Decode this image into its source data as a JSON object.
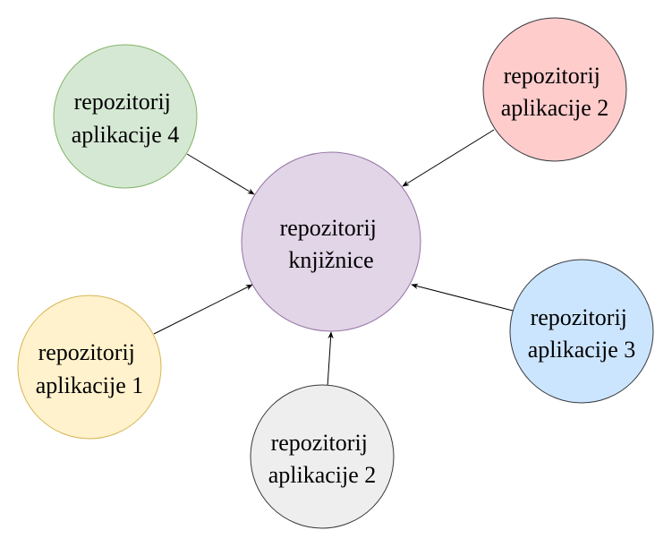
{
  "diagram": {
    "center": {
      "line1": "repozitorij",
      "line2": "knjižnice",
      "fill": "#e1d5e7",
      "stroke": "#9673a6"
    },
    "nodes": [
      {
        "id": "app4-green",
        "line1": "repozitorij",
        "line2": "aplikacije 4",
        "fill": "#d5e8d4",
        "stroke": "#82b366"
      },
      {
        "id": "app2-red",
        "line1": "repozitorij",
        "line2": "aplikacije 2",
        "fill": "#ffcccc",
        "stroke": "#36393d"
      },
      {
        "id": "app1-yellow",
        "line1": "repozitorij",
        "line2": "aplikacije 1",
        "fill": "#fff2cc",
        "stroke": "#d6b656"
      },
      {
        "id": "app3-blue",
        "line1": "repozitorij",
        "line2": "aplikacije 3",
        "fill": "#cce5ff",
        "stroke": "#36393d"
      },
      {
        "id": "app2-gray",
        "line1": "repozitorij",
        "line2": "aplikacije 2",
        "fill": "#eeeeee",
        "stroke": "#36393d"
      }
    ]
  }
}
